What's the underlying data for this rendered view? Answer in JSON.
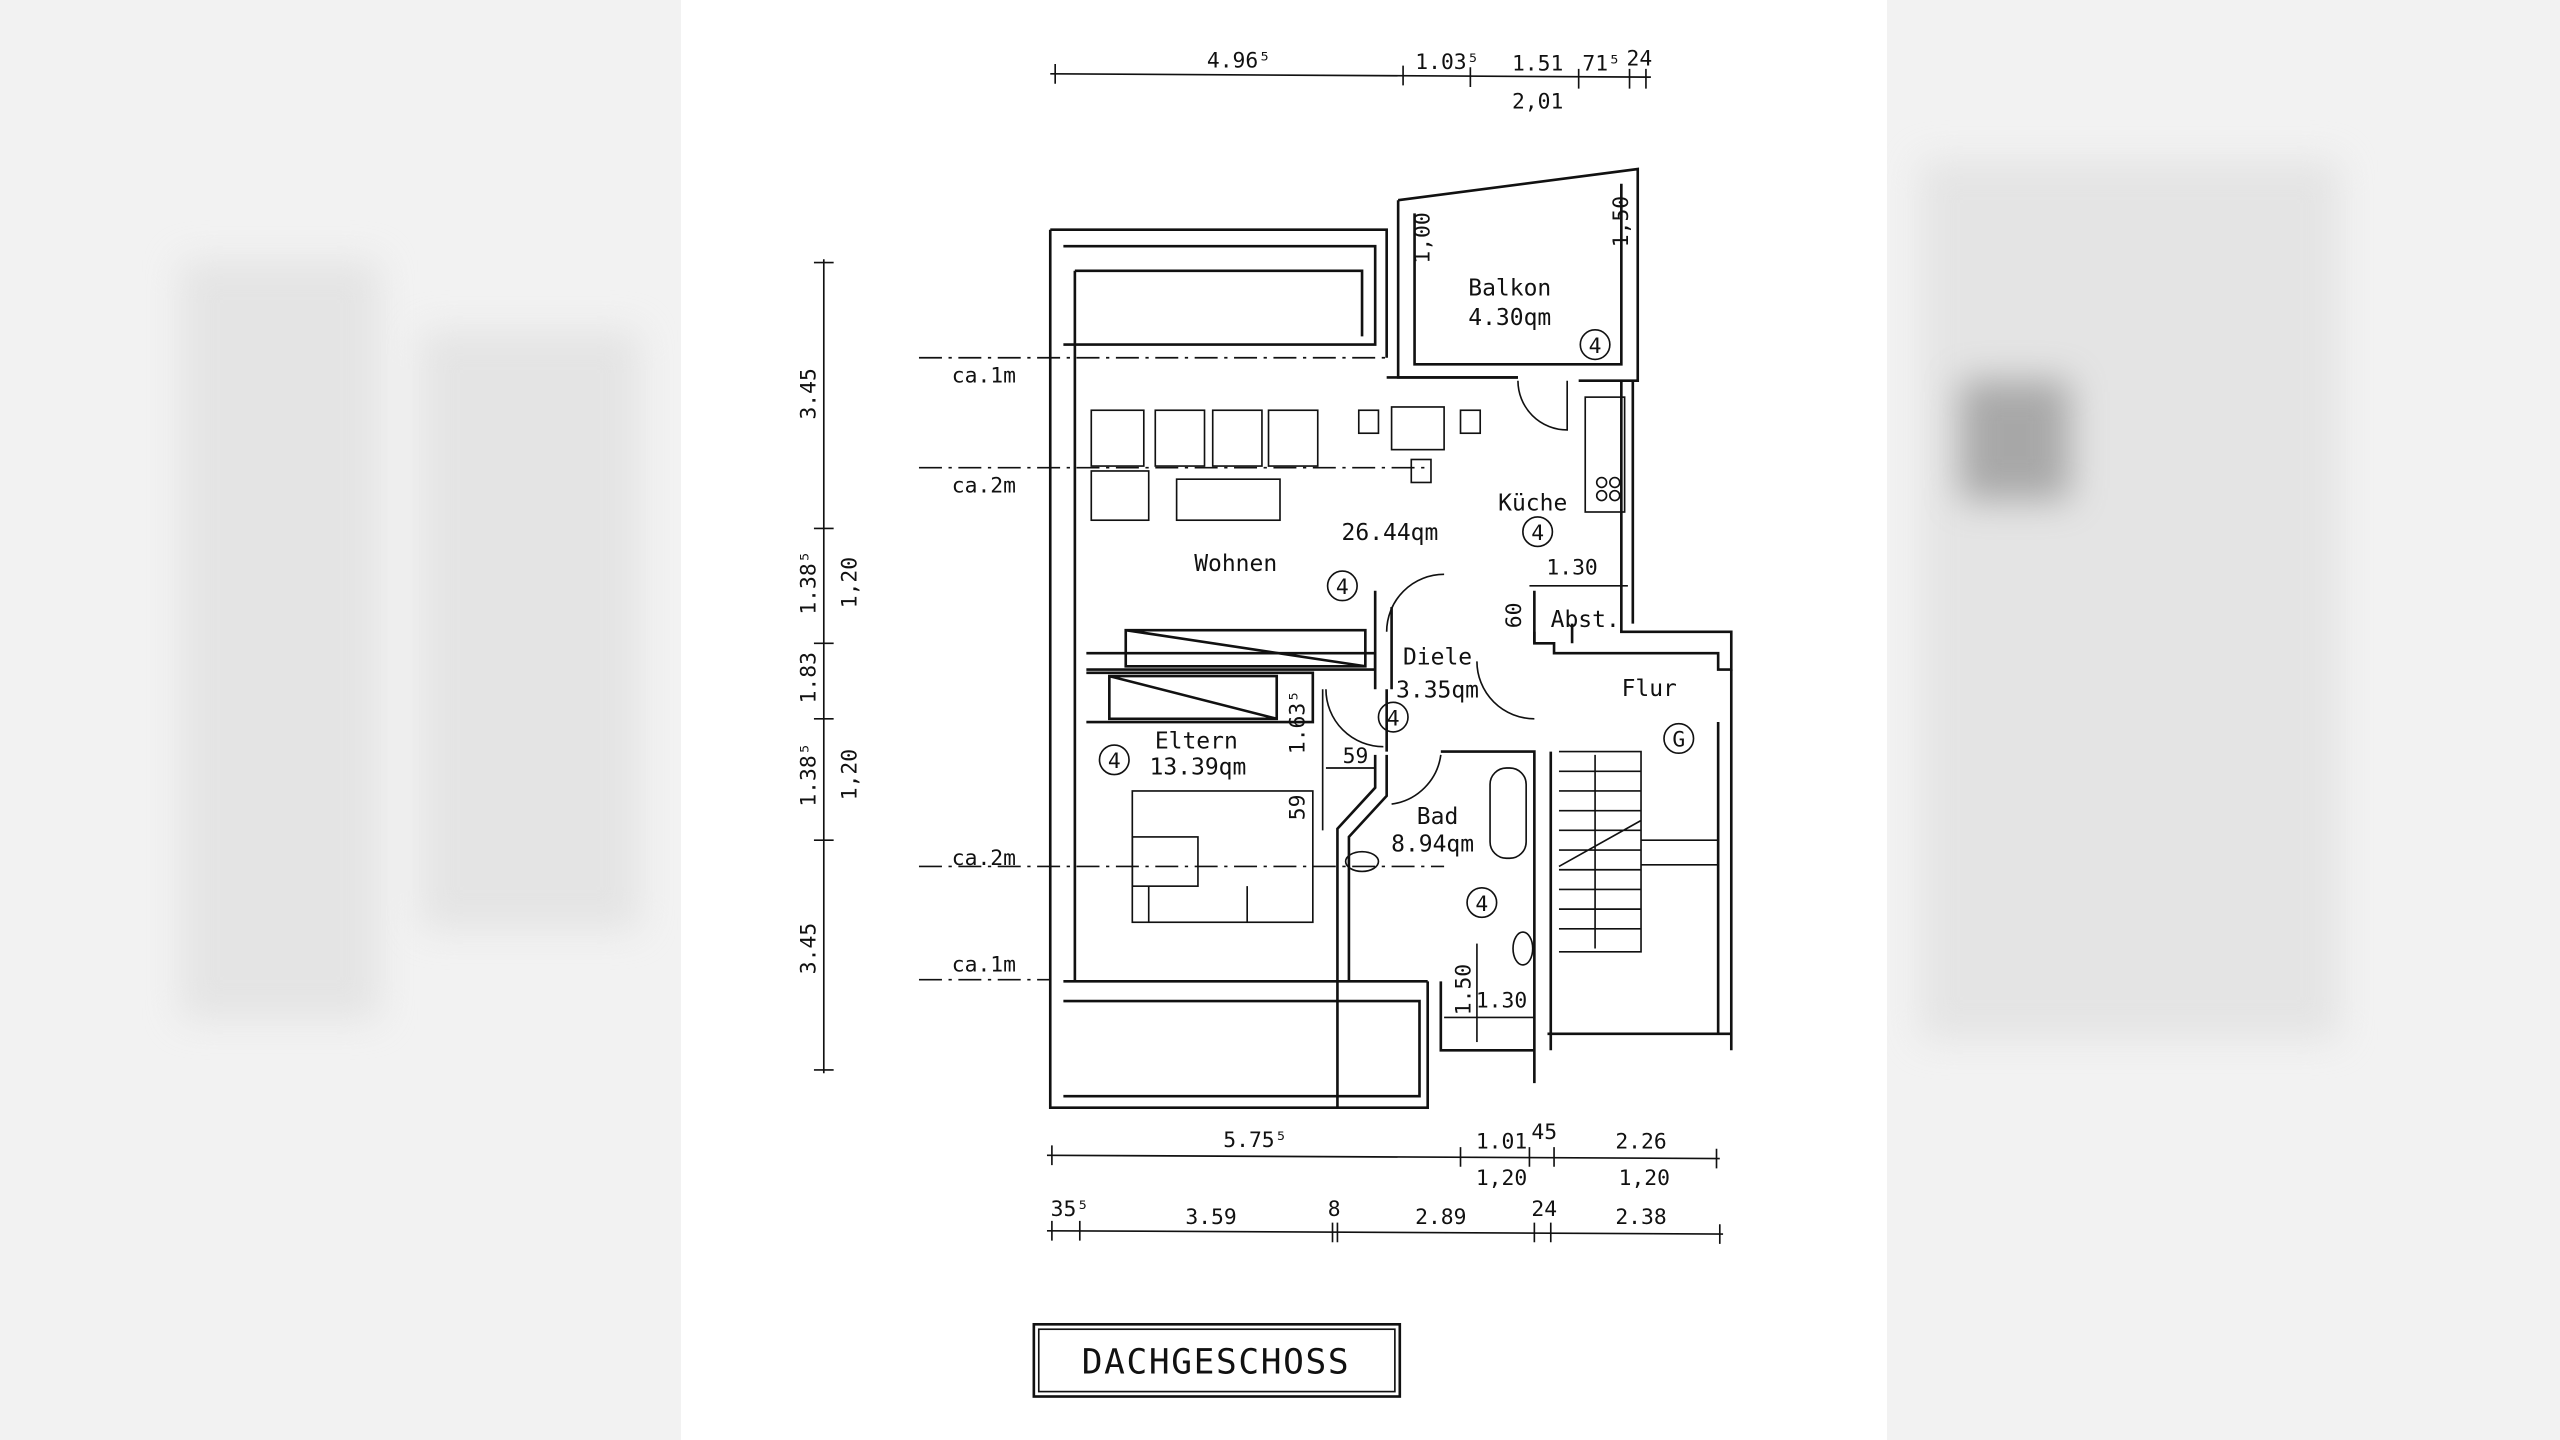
{
  "plan_title": "DACHGESCHOSS",
  "top_dims": {
    "d1": "4.96⁵",
    "d2": "1.03⁵",
    "d3": "1.51",
    "d4": "71⁵",
    "d5": "24",
    "d6": "2,01"
  },
  "left_dims": {
    "d1": "3.45",
    "d2": "1.38⁵",
    "d3": "1,20",
    "d4": "1.83",
    "d5": "1.38⁵",
    "d6": "1,20",
    "d7": "3.45"
  },
  "ceiling_lines": {
    "l1": "ca.1m",
    "l2": "ca.2m",
    "l3": "ca.2m",
    "l4": "ca.1m"
  },
  "bottom_dims_1": {
    "d1": "5.75⁵",
    "d2": "1.01",
    "d3": "45",
    "d4": "2.26",
    "d5": "1,20",
    "d6": "1,20"
  },
  "bottom_dims_2": {
    "d1": "35⁵",
    "d2": "3.59",
    "d3": "8",
    "d4": "2.89",
    "d5": "24",
    "d6": "2.38"
  },
  "rooms": {
    "balkon": {
      "name": "Balkon",
      "area": "4.30qm",
      "dim_a": "1,00",
      "dim_b": "1,50",
      "code": "4"
    },
    "wohnen": {
      "name": "Wohnen",
      "area": "26.44qm",
      "code": "4"
    },
    "kueche": {
      "name": "Küche",
      "code": "4",
      "dim_w": "1.30",
      "dim_h": "60"
    },
    "abst": {
      "name": "Abst."
    },
    "diele": {
      "name": "Diele",
      "area": "3.35qm",
      "code": "4"
    },
    "flur": {
      "name": "Flur",
      "code": "G"
    },
    "eltern": {
      "name": "Eltern",
      "area": "13.39qm",
      "code": "4",
      "dim_a": "1.63⁵",
      "dim_b": "59",
      "dim_c": "59"
    },
    "bad": {
      "name": "Bad",
      "area": "8.94qm",
      "code": "4",
      "dim_a": "1.50",
      "dim_b": "1.30"
    }
  }
}
